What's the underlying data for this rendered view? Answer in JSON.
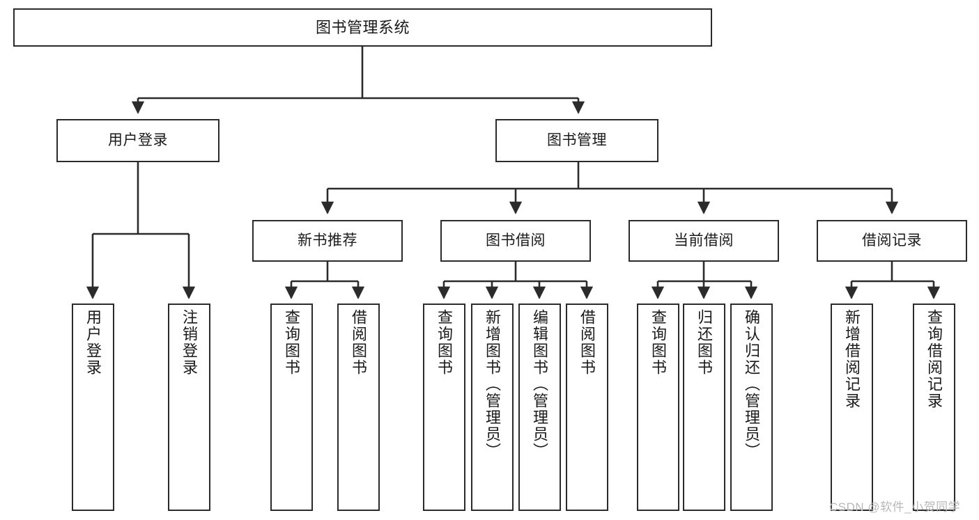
{
  "diagram": {
    "title_text": "图书管理系统",
    "watermark": "CSDN @软件_小贺同学",
    "stroke_color": "#2b2b2b",
    "background_color": "#ffffff",
    "nodes": {
      "root": "图书管理系统",
      "level2": {
        "user_login": "用户登录",
        "book_manage": "图书管理"
      },
      "level3": {
        "new_book_rec": "新书推荐",
        "book_borrow": "图书借阅",
        "current_borrow": "当前借阅",
        "borrow_record": "借阅记录"
      },
      "leaves": {
        "user_login_1": "用户登录",
        "user_login_2": "注销登录",
        "new_book_rec_1": "查询图书",
        "new_book_rec_2": "借阅图书",
        "book_borrow_1": "查询图书",
        "book_borrow_2": "新增图书（管理员）",
        "book_borrow_3": "编辑图书（管理员）",
        "book_borrow_4": "借阅图书",
        "current_borrow_1": "查询图书",
        "current_borrow_2": "归还图书",
        "current_borrow_3": "确认归还（管理员）",
        "borrow_record_1": "新增借阅记录",
        "borrow_record_2": "查询借阅记录"
      }
    }
  }
}
